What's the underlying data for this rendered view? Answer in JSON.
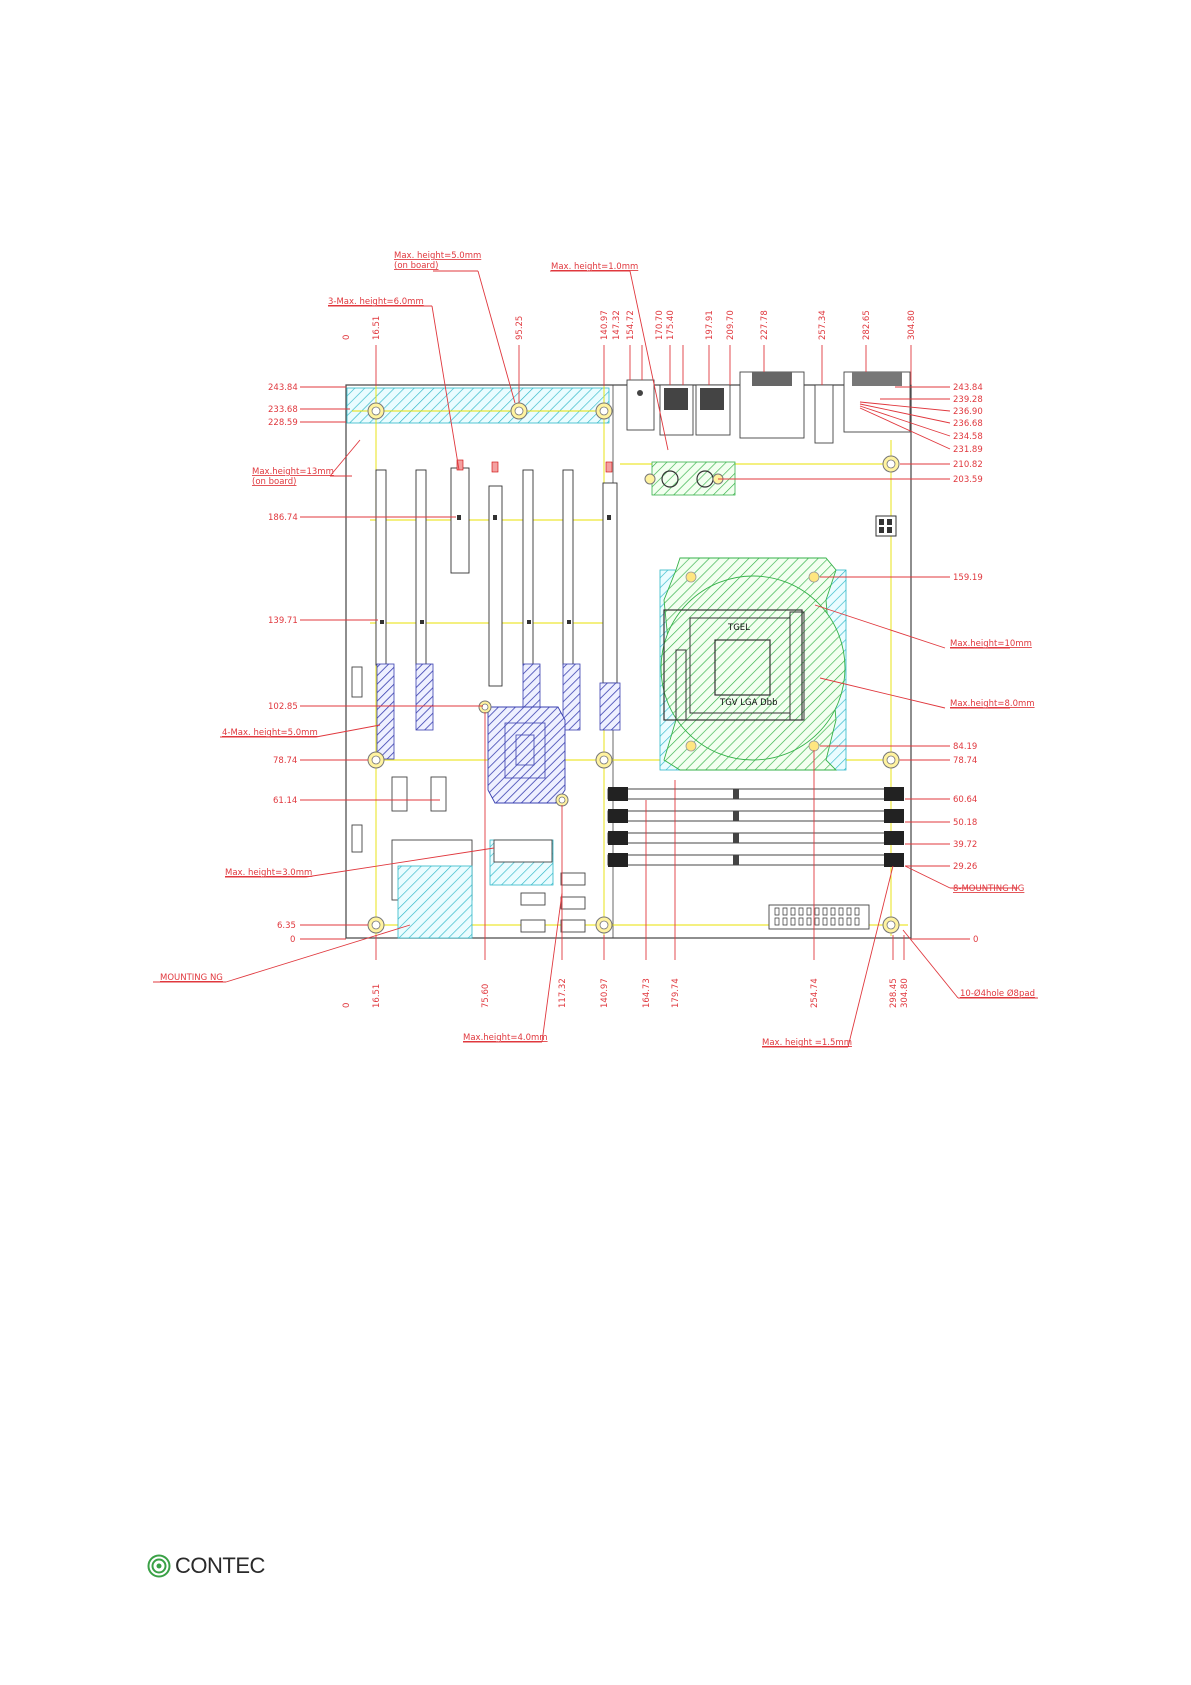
{
  "brand": {
    "name": "CONTEC",
    "logo_color": "#3aa146"
  },
  "colors": {
    "dimension": "#e0383e",
    "centerline": "#e8e000",
    "cyan_hatch": "#2fb8c8",
    "green_hatch": "#36b24a",
    "blue_hatch": "#3a40b0"
  },
  "notes": {
    "max_5_onboard_1": "Max. height=5.0mm",
    "max_5_onboard_2": "(on board)",
    "max_1": "Max. height=1.0mm",
    "max_6": "3-Max. height=6.0mm",
    "max_13_1": "Max.height=13mm",
    "max_13_2": "(on board)",
    "max_10": "Max.height=10mm",
    "max_8": "Max.height=8.0mm",
    "max_5_4": "4-Max. height=5.0mm",
    "max_3": "Max. height=3.0mm",
    "mount_ng_8": "8-MOUNTING NG",
    "mount_ng": "MOUNTING NG",
    "hole_spec": "10-Ø4hole Ø8pad",
    "max_4": "Max.height=4.0mm",
    "max_15": "Max. height =1.5mm"
  },
  "left_dims": {
    "d24384": "243.84",
    "d23368": "233.68",
    "d22859": "228.59",
    "d18674": "186.74",
    "d13971": "139.71",
    "d10285": "102.85",
    "d7874": "78.74",
    "d6114": "61.14",
    "d635": "6.35",
    "d0": "0"
  },
  "right_dims": {
    "d24384": "243.84",
    "d23928": "239.28",
    "d23690": "236.90",
    "d23668": "236.68",
    "d23458": "234.58",
    "d23189": "231.89",
    "d21082": "210.82",
    "d20359": "203.59",
    "d15919": "159.19",
    "d8419": "84.19",
    "d7874": "78.74",
    "d6064": "60.64",
    "d5018": "50.18",
    "d3972": "39.72",
    "d2926": "29.26",
    "d0": "0"
  },
  "top_dims": {
    "t0": "0",
    "t1651": "16.51",
    "t9525": "95.25",
    "t14097": "140.97",
    "t14732": "147.32",
    "t15472": "154.72",
    "t17070": "170.70",
    "t17540": "175.40",
    "t19791": "197.91",
    "t20970": "209.70",
    "t22778": "227.78",
    "t25734": "257.34",
    "t28265": "282.65",
    "t30480": "304.80"
  },
  "bottom_dims": {
    "b0": "0",
    "b1651": "16.51",
    "b7560": "75.60",
    "b11732": "117.32",
    "b14097": "140.97",
    "b16473": "164.73",
    "b17974": "179.74",
    "b25474": "254.74",
    "b29845": "298.45",
    "b30480": "304.80"
  },
  "socket": {
    "label1": "TGV LGA Dbb",
    "label2": "TGEL"
  }
}
